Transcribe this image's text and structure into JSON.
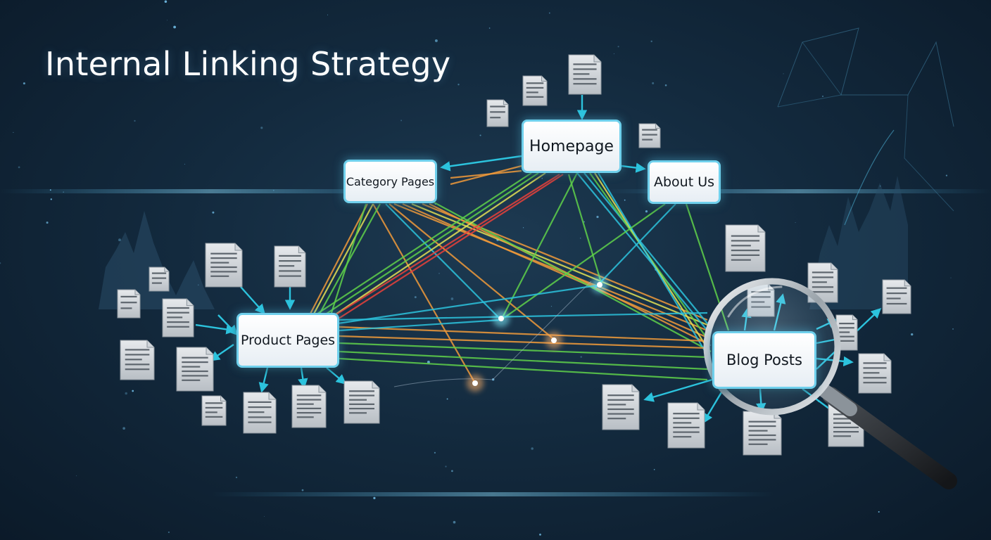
{
  "title": "Internal Linking Strategy",
  "nodes": {
    "homepage": "Homepage",
    "category": "Category Pages",
    "about": "About Us",
    "product": "Product Pages",
    "blog": "Blog Posts"
  },
  "colors": {
    "cyan": "#2cc3dd",
    "green": "#5fd14a",
    "orange": "#f09a3a",
    "yellow": "#e3e055",
    "red": "#e8413b"
  },
  "icons": [
    "document-icon",
    "magnifying-glass-icon"
  ]
}
